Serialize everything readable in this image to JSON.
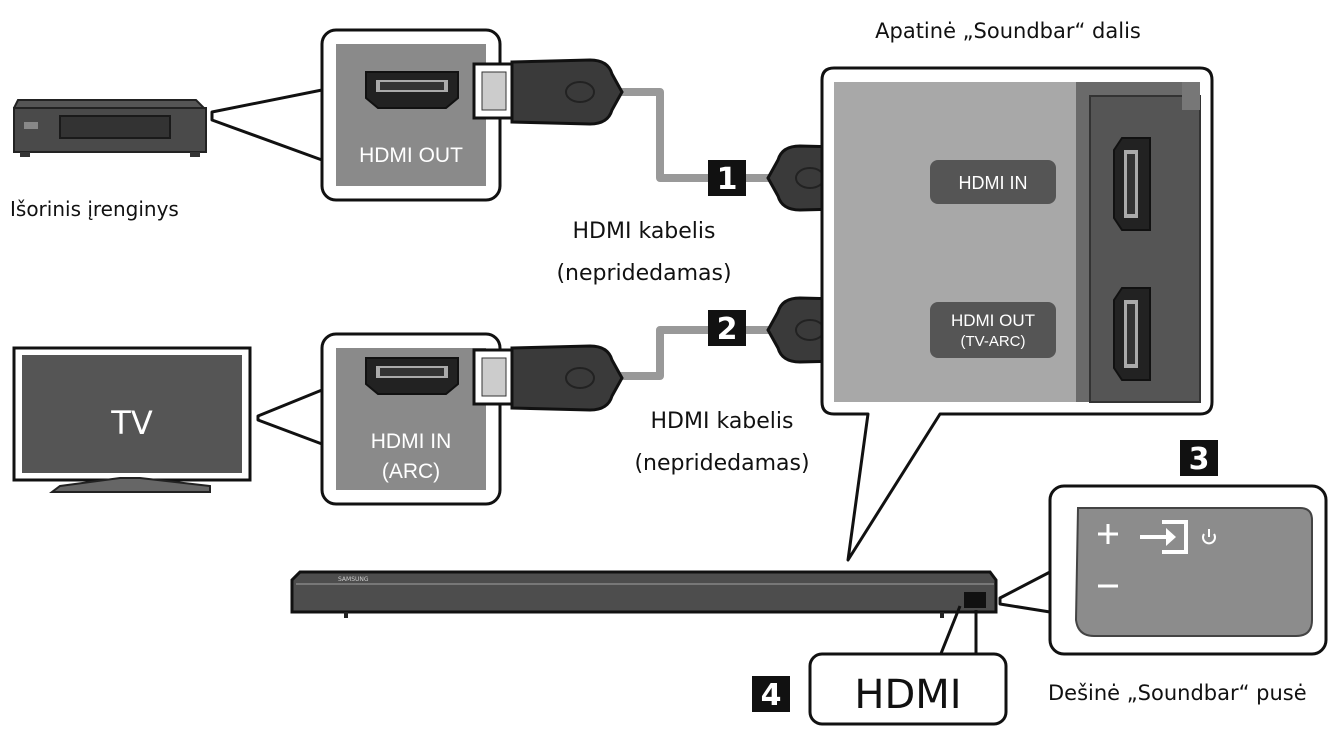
{
  "labels": {
    "bottom_title": "Apatinė „Soundbar“ dalis",
    "external_device": "Išorinis įrenginys",
    "tv_text": "TV",
    "cable_1_line1": "HDMI kabelis",
    "cable_1_line2": "(nepridedamas)",
    "cable_2_line1": "HDMI kabelis",
    "cable_2_line2": "(nepridedamas)",
    "hdmi_out_port": "HDMI OUT",
    "hdmi_in_arc_line1": "HDMI IN",
    "hdmi_in_arc_line2": "(ARC)",
    "sb_hdmi_in": "HDMI IN",
    "sb_hdmi_out_line1": "HDMI OUT",
    "sb_hdmi_out_line2": "(TV-ARC)",
    "right_side": "Dešinė „Soundbar“ pusė",
    "hdmi_callout": "HDMI",
    "brand": "SAMSUNG"
  },
  "markers": {
    "m1": "1",
    "m2": "2",
    "m3": "3",
    "m4": "4"
  },
  "icons": [
    "plus-icon",
    "minus-icon",
    "source-input-icon",
    "power-icon",
    "hdmi-port-icon",
    "hdmi-plug-icon"
  ]
}
